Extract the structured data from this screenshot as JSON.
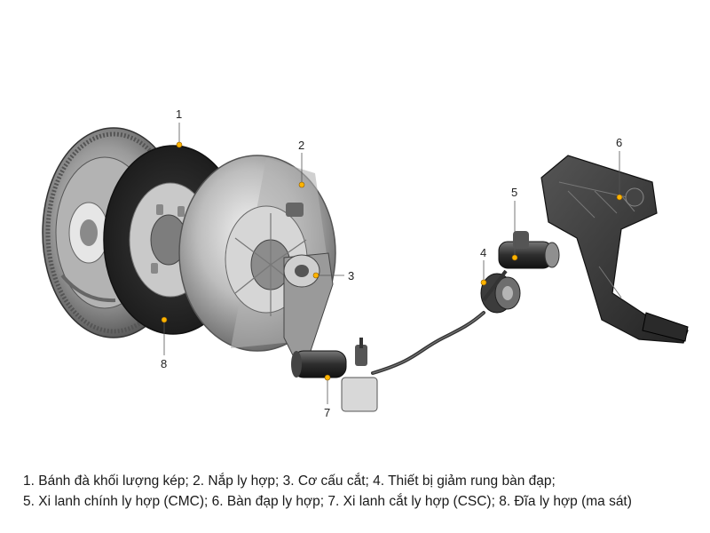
{
  "callouts": [
    {
      "id": "1",
      "label": "1"
    },
    {
      "id": "2",
      "label": "2"
    },
    {
      "id": "3",
      "label": "3"
    },
    {
      "id": "4",
      "label": "4"
    },
    {
      "id": "5",
      "label": "5"
    },
    {
      "id": "6",
      "label": "6"
    },
    {
      "id": "7",
      "label": "7"
    },
    {
      "id": "8",
      "label": "8"
    }
  ],
  "caption": {
    "line1": "1. Bánh đà khối lượng kép; 2. Nắp ly hợp; 3. Cơ cấu cắt; 4. Thiết bị giảm rung bàn đạp;",
    "line2": "5. Xi lanh chính ly hợp (CMC); 6. Bàn đạp ly hợp; 7. Xi lanh cắt ly hợp (CSC); 8. Đĩa ly hợp (ma sát)"
  },
  "colors": {
    "marker": "#ffb400",
    "metal_dark": "#3a3a3a",
    "metal_light": "#c8c8c8"
  }
}
